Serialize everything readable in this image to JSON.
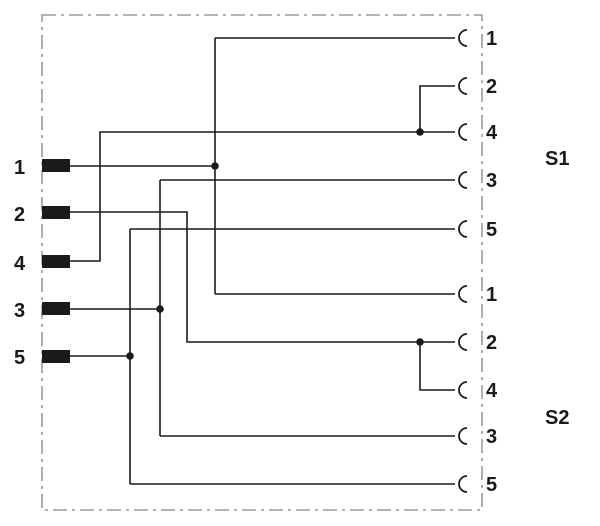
{
  "left_pins": [
    "1",
    "2",
    "4",
    "3",
    "5"
  ],
  "s1_sockets": [
    "1",
    "2",
    "4",
    "3",
    "5"
  ],
  "s2_sockets": [
    "1",
    "2",
    "4",
    "3",
    "5"
  ],
  "groups": {
    "s1": "S1",
    "s2": "S2"
  }
}
